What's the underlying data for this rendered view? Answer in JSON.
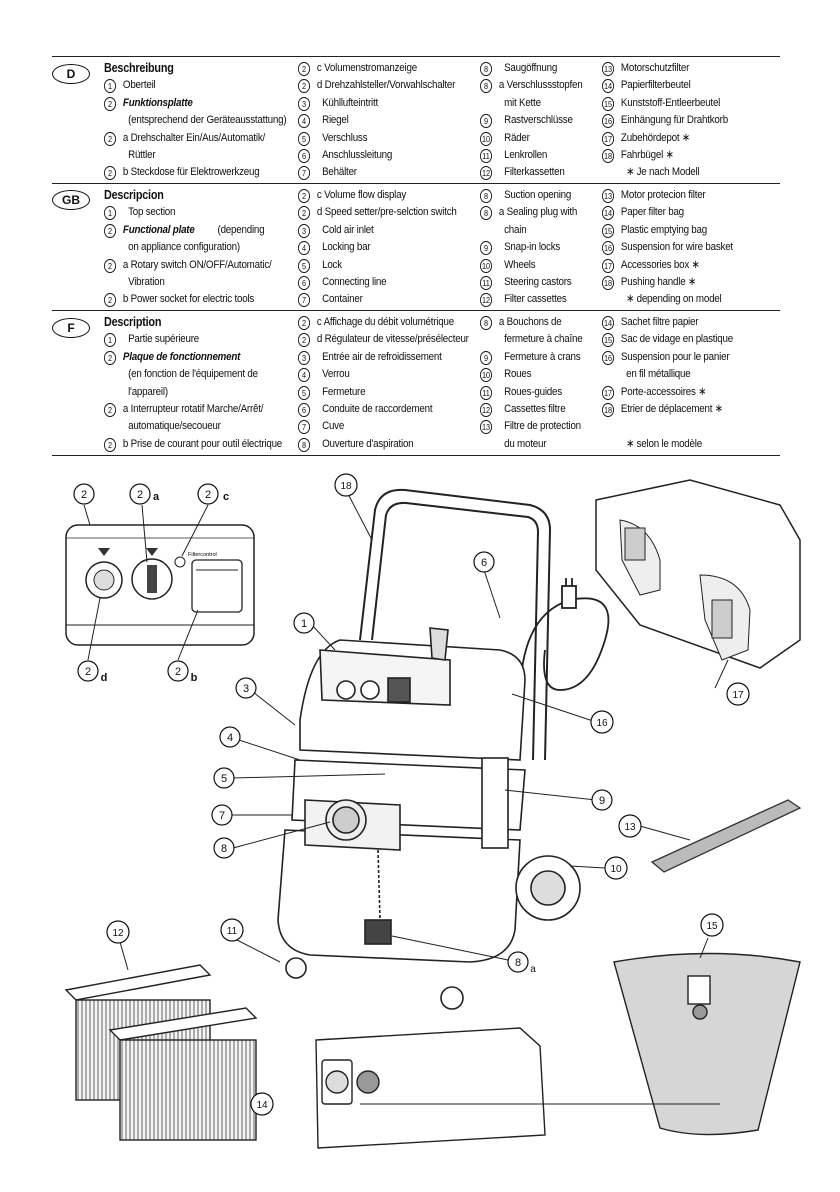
{
  "sections": {
    "de": {
      "lang": "D",
      "col1": [
        {
          "n": "",
          "t": "Beschreibung",
          "s": "head"
        },
        {
          "n": "1",
          "t": "Oberteil"
        },
        {
          "n": "2",
          "t": "Funktionsplatte",
          "s": "bi"
        },
        {
          "n": "",
          "t": "(entsprechend der Geräteausstattung)",
          "s": "ind"
        },
        {
          "n": "2",
          "t": "a Drehschalter Ein/Aus/Automatik/"
        },
        {
          "n": "",
          "t": "Rüttler",
          "s": "ind"
        },
        {
          "n": "2",
          "t": "b Steckdose für Elektrowerkzeug"
        }
      ],
      "col2": [
        {
          "n": "2",
          "t": "c Volumenstromanzeige"
        },
        {
          "n": "2",
          "t": "d Drehzahlsteller/Vorwahlschalter"
        },
        {
          "n": "3",
          "t": "Kühllufteintritt",
          "s": "ind"
        },
        {
          "n": "4",
          "t": "Riegel",
          "s": "ind"
        },
        {
          "n": "5",
          "t": "Verschluss",
          "s": "ind"
        },
        {
          "n": "6",
          "t": "Anschlussleitung",
          "s": "ind"
        },
        {
          "n": "7",
          "t": "Behälter",
          "s": "ind"
        }
      ],
      "col3": [
        {
          "n": "8",
          "t": "Saugöffnung",
          "s": "ind"
        },
        {
          "n": "8",
          "t": "a Verschlussstopfen"
        },
        {
          "n": "",
          "t": "mit Kette",
          "s": "ind"
        },
        {
          "n": "9",
          "t": "Rastverschlüsse",
          "s": "ind"
        },
        {
          "n": "10",
          "t": "Räder",
          "s": "ind"
        },
        {
          "n": "11",
          "t": "Lenkrollen",
          "s": "ind"
        },
        {
          "n": "12",
          "t": "Filterkassetten",
          "s": "ind"
        }
      ],
      "col4": [
        {
          "n": "13",
          "t": "Motorschutzfilter"
        },
        {
          "n": "14",
          "t": "Papierfilterbeutel"
        },
        {
          "n": "15",
          "t": "Kunststoff-Entleerbeutel"
        },
        {
          "n": "16",
          "t": "Einhängung für Drahtkorb"
        },
        {
          "n": "17",
          "t": "Zubehördepot ∗"
        },
        {
          "n": "18",
          "t": "Fahrbügel ∗"
        },
        {
          "n": "",
          "t": "∗ Je nach Modell",
          "s": "ind"
        }
      ]
    },
    "gb": {
      "lang": "GB",
      "col1": [
        {
          "n": "",
          "t": "Descripcion",
          "s": "head"
        },
        {
          "n": "1",
          "t": "Top section",
          "s": "ind"
        },
        {
          "n": "2",
          "t": "Functional plate",
          "s": "bi",
          "extra": "(depending"
        },
        {
          "n": "",
          "t": "on appliance configuration)",
          "s": "ind"
        },
        {
          "n": "2",
          "t": "a Rotary switch ON/OFF/Automatic/"
        },
        {
          "n": "",
          "t": "Vibration",
          "s": "ind"
        },
        {
          "n": "2",
          "t": "b Power socket for electric tools"
        }
      ],
      "col2": [
        {
          "n": "2",
          "t": "c Volume flow display"
        },
        {
          "n": "2",
          "t": "d Speed setter/pre-selction switch"
        },
        {
          "n": "3",
          "t": "Cold air inlet",
          "s": "ind"
        },
        {
          "n": "4",
          "t": "Locking bar",
          "s": "ind"
        },
        {
          "n": "5",
          "t": "Lock",
          "s": "ind"
        },
        {
          "n": "6",
          "t": "Connecting line",
          "s": "ind"
        },
        {
          "n": "7",
          "t": "Container",
          "s": "ind"
        }
      ],
      "col3": [
        {
          "n": "8",
          "t": "Suction opening",
          "s": "ind"
        },
        {
          "n": "8",
          "t": "a Sealing plug with"
        },
        {
          "n": "",
          "t": "chain",
          "s": "ind"
        },
        {
          "n": "9",
          "t": "Snap-in locks",
          "s": "ind"
        },
        {
          "n": "10",
          "t": "Wheels",
          "s": "ind"
        },
        {
          "n": "11",
          "t": "Steering castors",
          "s": "ind"
        },
        {
          "n": "12",
          "t": "Filter cassettes",
          "s": "ind"
        }
      ],
      "col4": [
        {
          "n": "13",
          "t": "Motor protecion filter"
        },
        {
          "n": "14",
          "t": "Paper filter bag"
        },
        {
          "n": "15",
          "t": "Plastic emptying bag"
        },
        {
          "n": "16",
          "t": "Suspension for wire basket"
        },
        {
          "n": "17",
          "t": "Accessories box ∗"
        },
        {
          "n": "18",
          "t": "Pushing handle ∗"
        },
        {
          "n": "",
          "t": "∗ depending on model",
          "s": "ind"
        }
      ]
    },
    "fr": {
      "lang": "F",
      "col1": [
        {
          "n": "",
          "t": "Description",
          "s": "head"
        },
        {
          "n": "1",
          "t": "Partie supérieure",
          "s": "ind"
        },
        {
          "n": "2",
          "t": "Plaque de fonctionnement",
          "s": "bi"
        },
        {
          "n": "",
          "t": "(en fonction de l'équipement de",
          "s": "ind"
        },
        {
          "n": "",
          "t": "l'appareil)",
          "s": "ind"
        },
        {
          "n": "2",
          "t": "a Interrupteur rotatif Marche/Arrêt/"
        },
        {
          "n": "",
          "t": "automatique/secoueur",
          "s": "ind"
        },
        {
          "n": "2",
          "t": "b Prise de courant pour outil électrique"
        }
      ],
      "col2": [
        {
          "n": "2",
          "t": "c Affichage du débit volumétrique"
        },
        {
          "n": "2",
          "t": "d Régulateur de vitesse/présélecteur"
        },
        {
          "n": "3",
          "t": "Entrée air de refroidissement",
          "s": "ind"
        },
        {
          "n": "4",
          "t": "Verrou",
          "s": "ind"
        },
        {
          "n": "5",
          "t": "Fermeture",
          "s": "ind"
        },
        {
          "n": "6",
          "t": "Conduite de raccordement",
          "s": "ind"
        },
        {
          "n": "7",
          "t": "Cuve",
          "s": "ind"
        },
        {
          "n": "8",
          "t": "Ouverture d'aspiration",
          "s": "ind"
        }
      ],
      "col3": [
        {
          "n": "8",
          "t": "a Bouchons de"
        },
        {
          "n": "",
          "t": "fermeture à chaîne",
          "s": "ind"
        },
        {
          "n": "9",
          "t": "Fermeture à crans",
          "s": "ind"
        },
        {
          "n": "10",
          "t": "Roues",
          "s": "ind"
        },
        {
          "n": "11",
          "t": "Roues-guides",
          "s": "ind"
        },
        {
          "n": "12",
          "t": "Cassettes filtre",
          "s": "ind"
        },
        {
          "n": "13",
          "t": "Filtre de protection",
          "s": "ind"
        },
        {
          "n": "",
          "t": "du moteur",
          "s": "ind"
        }
      ],
      "col4": [
        {
          "n": "14",
          "t": "Sachet filtre papier"
        },
        {
          "n": "15",
          "t": "Sac de vidage en plastique"
        },
        {
          "n": "16",
          "t": "Suspension pour le panier"
        },
        {
          "n": "",
          "t": "en fil métallique",
          "s": "ind"
        },
        {
          "n": "17",
          "t": "Porte-accessoires ∗"
        },
        {
          "n": "18",
          "t": "Etrier de déplacement ∗"
        },
        {
          "n": "",
          "t": ""
        },
        {
          "n": "",
          "t": "∗ selon le modèle",
          "s": "ind"
        }
      ]
    }
  },
  "illustration": {
    "panel_label": "Filtercontrol",
    "callouts": {
      "c2": "2",
      "c2a": "2",
      "c2a_suffix": "a",
      "c2c": "2",
      "c2c_suffix": "c",
      "c2d": "2",
      "c2d_suffix": "d",
      "c2b": "2",
      "c2b_suffix": "b",
      "c1": "1",
      "c3": "3",
      "c4": "4",
      "c5": "5",
      "c6": "6",
      "c7": "7",
      "c8": "8",
      "c8a": "8",
      "c8a_suffix": "a",
      "c9": "9",
      "c10": "10",
      "c11": "11",
      "c12": "12",
      "c13": "13",
      "c14": "14",
      "c15": "15",
      "c16": "16",
      "c17": "17",
      "c18": "18"
    }
  }
}
